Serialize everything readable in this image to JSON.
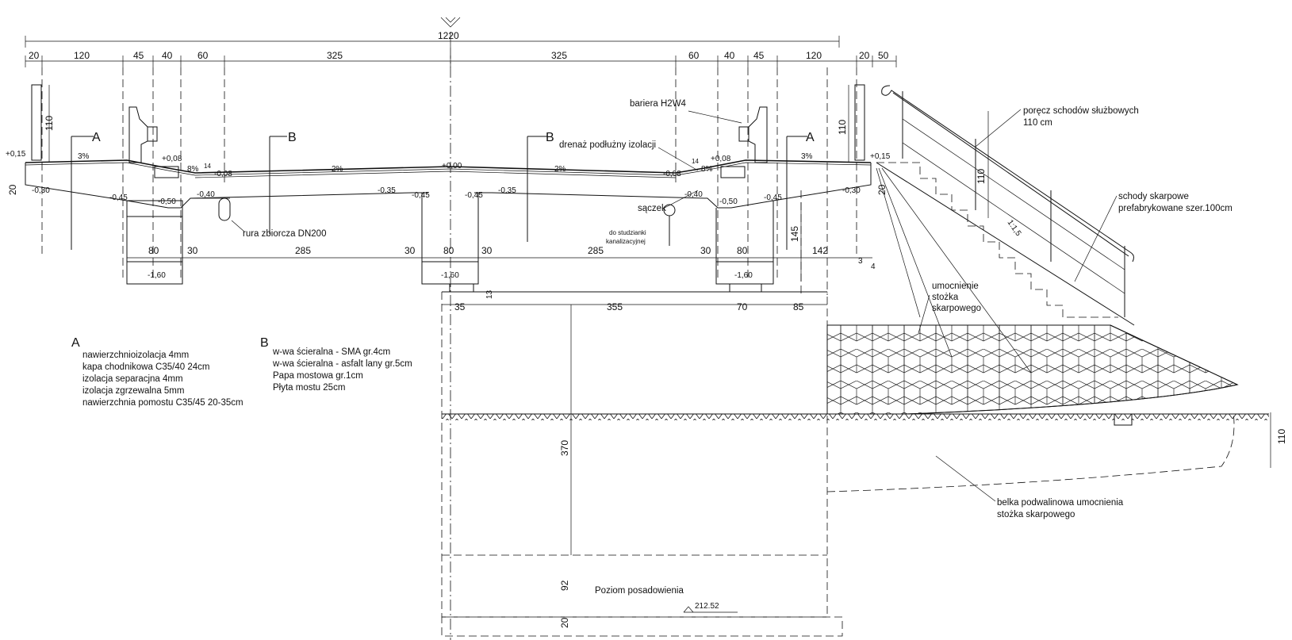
{
  "dims_top": {
    "overall": "1220",
    "left": [
      "20",
      "120",
      "45",
      "40",
      "60",
      "325"
    ],
    "right": [
      "325",
      "60",
      "40",
      "45",
      "120",
      "20",
      "50"
    ]
  },
  "dims_lower": [
    "80",
    "30",
    "285",
    "30",
    "80",
    "30",
    "285",
    "30",
    "80",
    "142"
  ],
  "dims_abutment": [
    "35",
    "355",
    "70",
    "85"
  ],
  "dims_vertical": {
    "barrier_left": "110",
    "barrier_right": "110",
    "edge_left": "20",
    "edge_right": "20",
    "abutment": "145",
    "bearing": "13",
    "footing_depth": "370",
    "foundation": "92",
    "slab": "20",
    "stair_rail": "110",
    "beam": "110"
  },
  "levels": {
    "left_edge": "+0,15",
    "left_kerb": "+0,08",
    "left_kerb_low": "-0,08",
    "centre": "+0,00",
    "right_kerb_low": "-0,08",
    "right_kerb": "+0,08",
    "right_edge": "+0,15",
    "soffit_l1": "-0,30",
    "soffit_l2": "-0,45",
    "soffit_l3": "-0,50",
    "soffit_l4": "-0,40",
    "soffit_c1": "-0,35",
    "soffit_c2": "-0,45",
    "soffit_c3": "-0,45",
    "soffit_c4": "-0,35",
    "soffit_r4": "-0,40",
    "soffit_r3": "-0,50",
    "soffit_r2": "-0,45",
    "soffit_r1": "-0,30",
    "beam_l": "-1,60",
    "beam_c": "-1,60",
    "beam_r": "-1,60",
    "foundation": "212.52"
  },
  "slopes": {
    "left_cw": "3%",
    "left_kerb": "8%",
    "left_deck": "2%",
    "right_deck": "2%",
    "right_kerb": "8%",
    "right_cw": "3%",
    "small_a": "14",
    "small_b": "14",
    "step_a": "3",
    "step_b": "4",
    "stair": "1:1,5"
  },
  "labels": {
    "section_a": "A",
    "section_b": "B",
    "barrier": "bariera H2W4",
    "drain": "drenaż podłużny izolacji",
    "pipe": "rura zbiorcza DN200",
    "seep": "sączek",
    "sewer_1": "do studzianki",
    "sewer_2": "kanalizacyjnej",
    "railing_1": "poręcz schodów służbowych",
    "railing_2": "110 cm",
    "stairs_1": "schody skarpowe",
    "stairs_2": "prefabrykowane szer.100cm",
    "cone_1": "umocnienie",
    "cone_2": "stożka",
    "cone_3": "skarpowego",
    "beam_1": "belka podwalinowa umocnienia",
    "beam_2": "stożka skarpowego",
    "foundation_level": "Poziom posadowienia"
  },
  "legend_a": {
    "letter": "A",
    "items": [
      "nawierzchnioizolacja 4mm",
      "kapa chodnikowa C35/40 24cm",
      "izolacja separacjna 4mm",
      "izolacja zgrzewalna 5mm",
      "nawierzchnia pomostu C35/45  20-35cm"
    ]
  },
  "legend_b": {
    "letter": "B",
    "items": [
      "w-wa ścieralna -  SMA gr.4cm",
      "w-wa ścieralna -  asfalt lany  gr.5cm",
      "Papa mostowa gr.1cm",
      "Płyta mostu 25cm"
    ]
  }
}
